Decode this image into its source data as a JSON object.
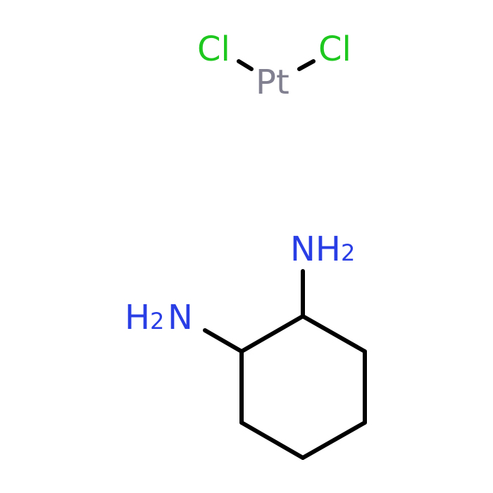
{
  "structure": {
    "colors": {
      "bond": "#000000",
      "chlorine": "#1fc81f",
      "platinum": "#808090",
      "nitrogen": "#2a3ee6",
      "background": "#ffffff"
    },
    "metal_complex": {
      "center": {
        "symbol": "Pt"
      },
      "ligands": [
        {
          "symbol": "Cl"
        },
        {
          "symbol": "Cl"
        }
      ]
    },
    "diamine": {
      "ring": "cyclohexane",
      "amine_1": {
        "symbol": "NH",
        "subscript": "2"
      },
      "amine_2": {
        "symbol": "H",
        "subscript": "2",
        "suffix": "N"
      }
    }
  }
}
